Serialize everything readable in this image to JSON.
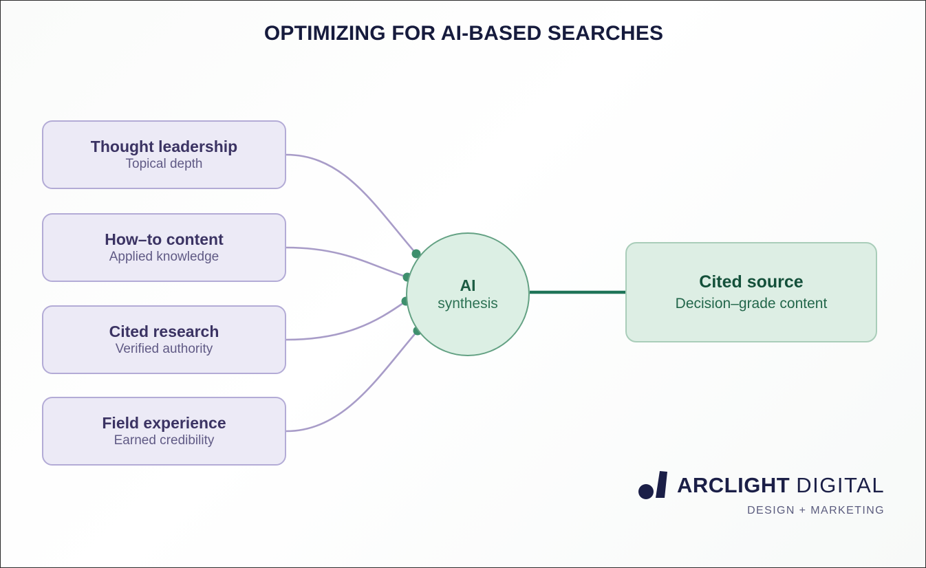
{
  "page": {
    "title": "OPTIMIZING FOR AI-BASED SEARCHES",
    "background_color": "#fcfcfd",
    "title_color": "#161b3d"
  },
  "diagram": {
    "type": "hub-and-spoke",
    "input_color": "#eceaf6",
    "input_border_color": "#b3abd6",
    "input_title_color": "#3b3363",
    "input_subtitle_color": "#605a85",
    "connector_color": "#a89cc8",
    "node_dot_color": "#3e8f6d",
    "output_connector_color": "#1f7458",
    "inputs": [
      {
        "title": "Thought leadership",
        "subtitle": "Topical depth"
      },
      {
        "title": "How–to content",
        "subtitle": "Applied knowledge"
      },
      {
        "title": "Cited research",
        "subtitle": "Verified authority"
      },
      {
        "title": "Field experience",
        "subtitle": "Earned credibility"
      }
    ],
    "hub": {
      "title": "AI",
      "subtitle": "synthesis",
      "fill_color": "#dcefe4",
      "border_color": "#63a183",
      "title_color": "#1d5c43"
    },
    "output": {
      "title": "Cited source",
      "subtitle": "Decision–grade content",
      "fill_color": "#ddeee4",
      "border_color": "#a9cdb9",
      "title_color": "#14503a",
      "subtitle_color": "#22664a"
    }
  },
  "logo": {
    "name_bold": "ARCLIGHT",
    "name_light": "DIGITAL",
    "tagline": "DESIGN + MARKETING",
    "color": "#1b1f47",
    "tagline_color": "#5b5c7e"
  }
}
